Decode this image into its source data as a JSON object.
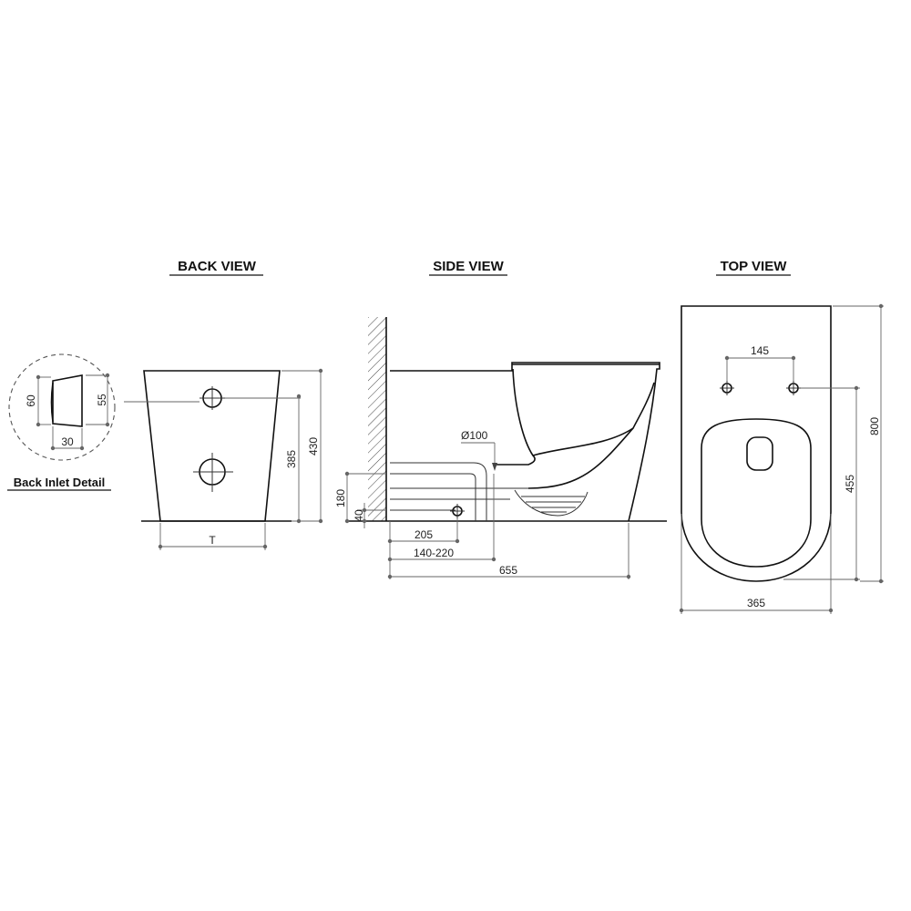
{
  "views": {
    "back": {
      "title": "BACK VIEW"
    },
    "side": {
      "title": "SIDE VIEW"
    },
    "top": {
      "title": "TOP VIEW"
    }
  },
  "detail": {
    "label": "Back Inlet Detail"
  },
  "dimensions": {
    "inlet_height_outer": "60",
    "inlet_height_inner": "55",
    "inlet_depth": "30",
    "back_inlet_height": "385",
    "back_total_height": "430",
    "back_base_width": "T",
    "pipe_diameter": "Ø100",
    "floor_outlet_height": "180",
    "floor_outlet_small": "40",
    "outlet_setout": "205",
    "setout_range": "140-220",
    "total_length": "655",
    "fixing_spacing": "145",
    "top_fixing_to_front": "455",
    "top_total_length": "800",
    "top_width": "365"
  }
}
